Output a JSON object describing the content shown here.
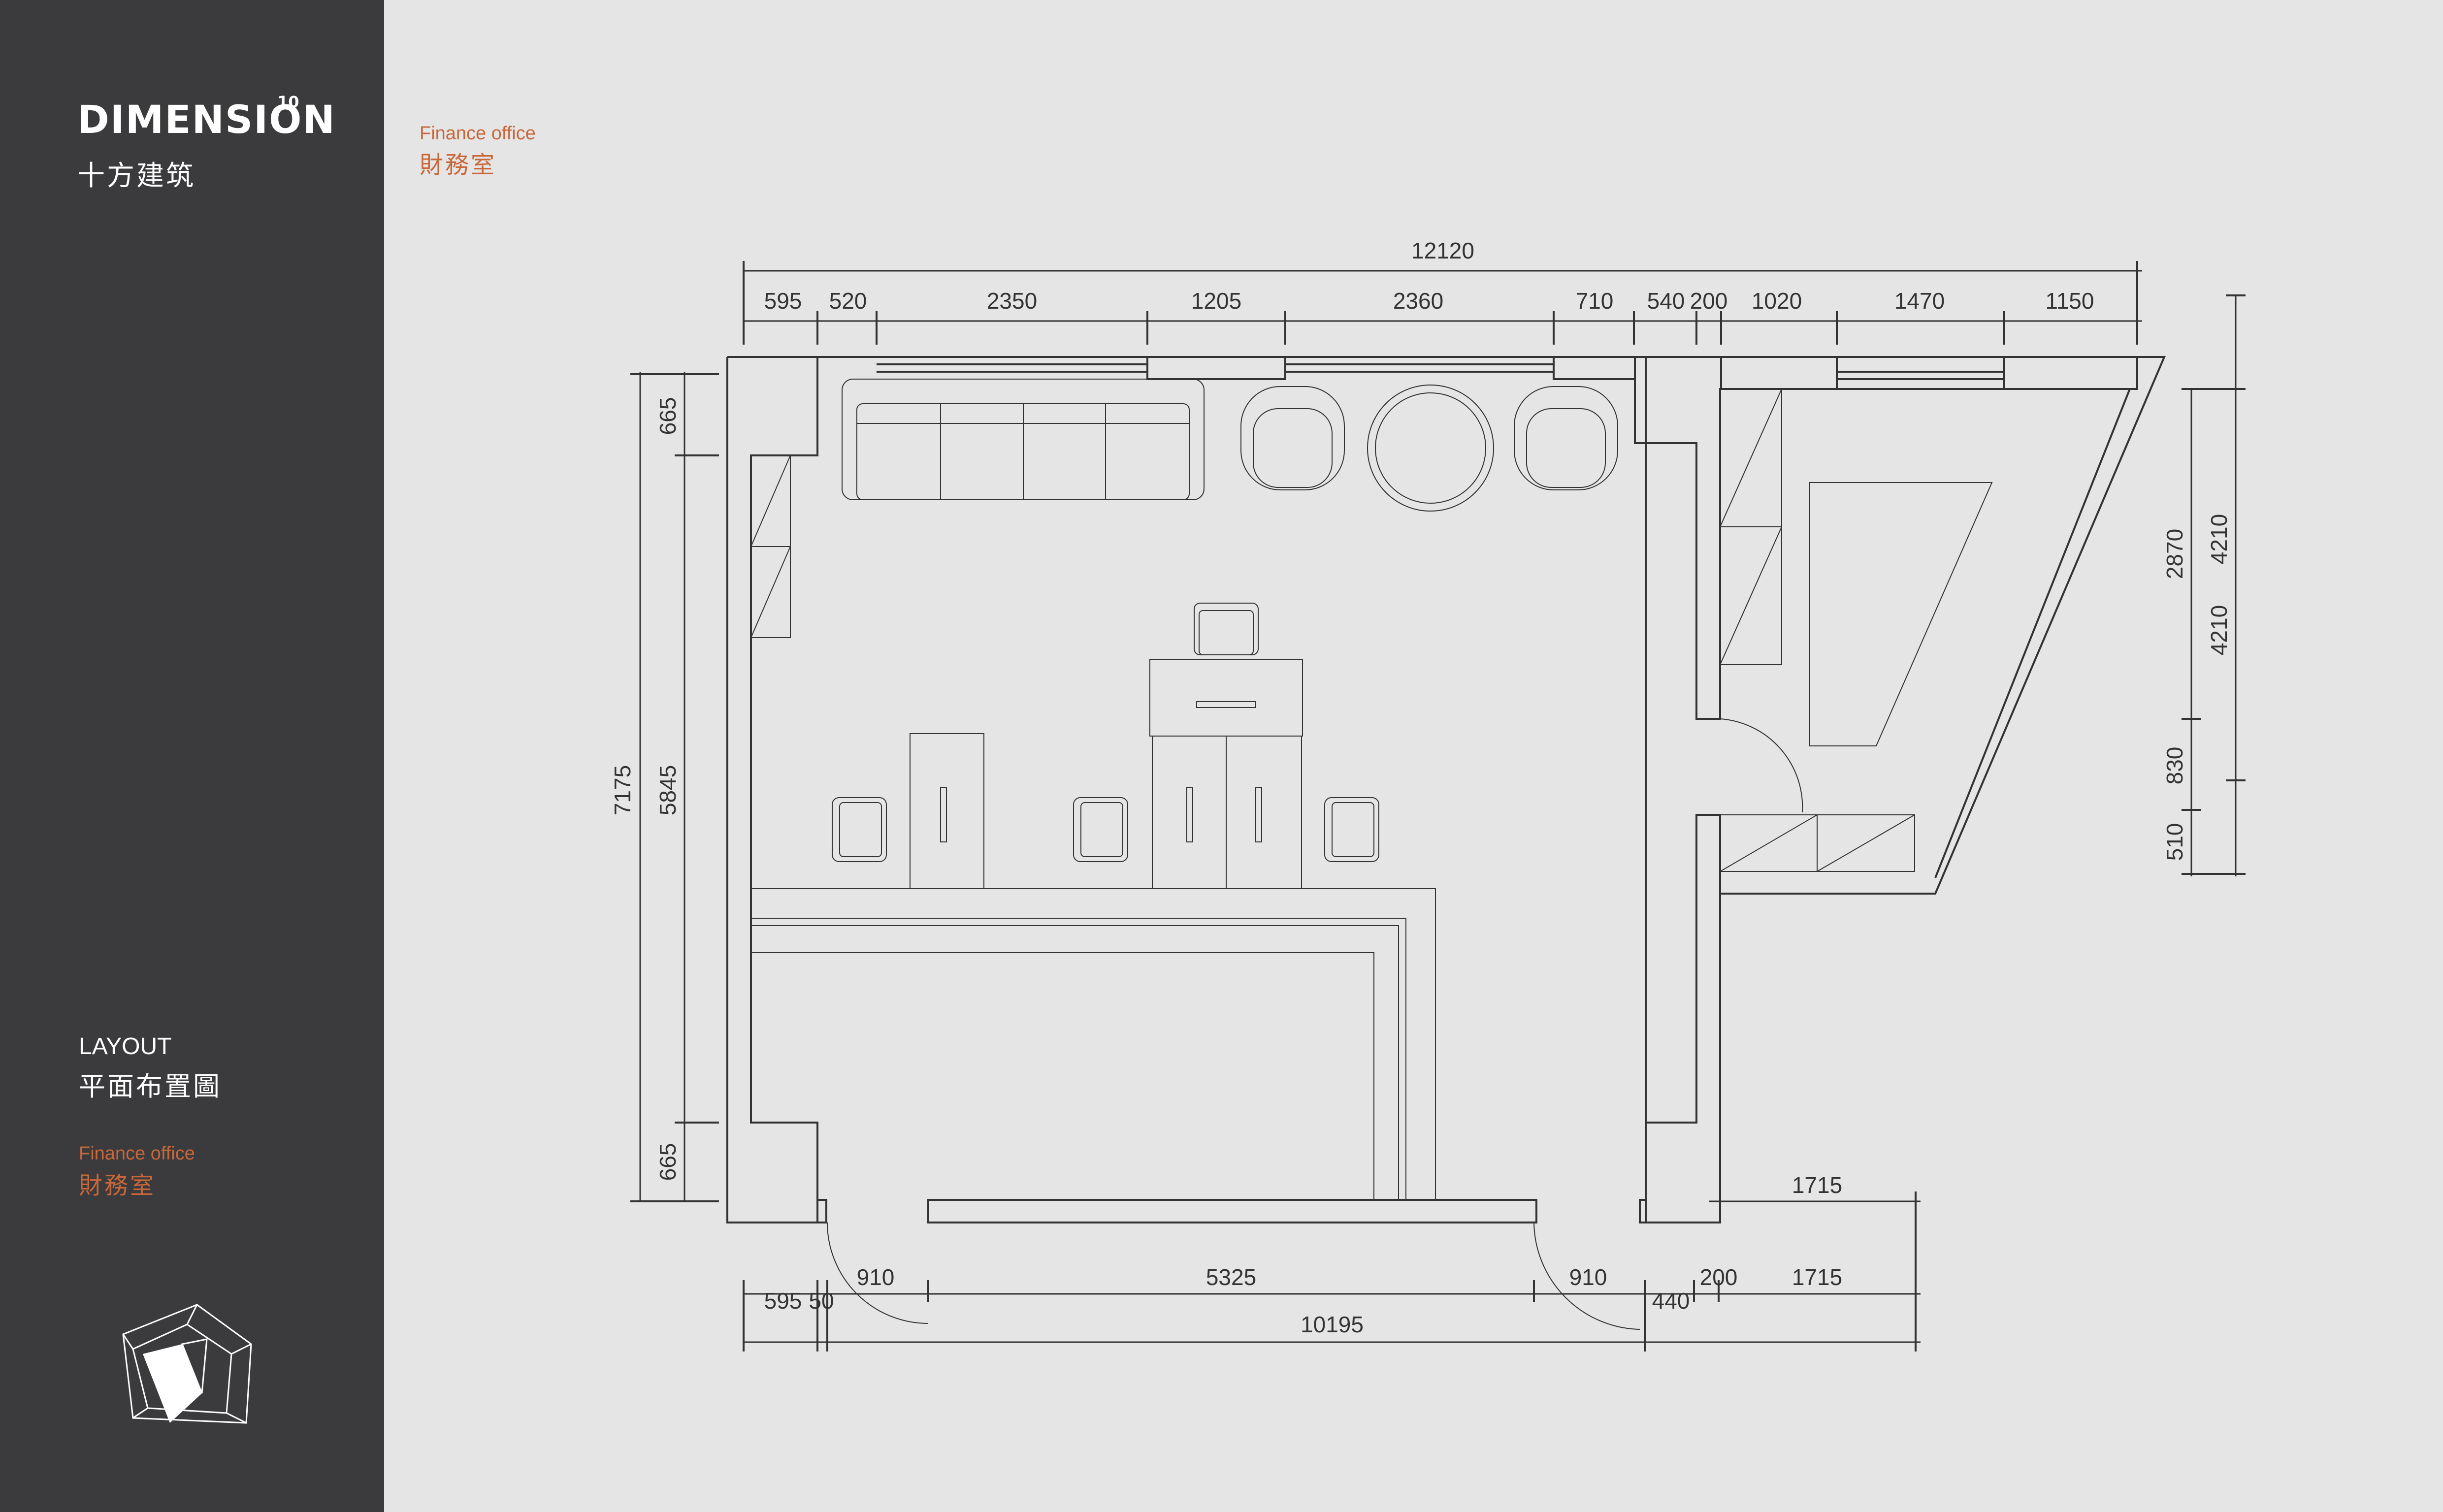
{
  "brand": {
    "name": "DIMENSION",
    "superscript": "10",
    "chinese": "十方建筑"
  },
  "page": {
    "label_en": "LAYOUT",
    "label_cn": "平面布置圖",
    "room_en": "Finance office",
    "room_cn": "財務室"
  },
  "colors": {
    "sidebar": "#3b3b3d",
    "background": "#e5e5e5",
    "accent": "#c8683a",
    "line": "#333333"
  },
  "dimensions": {
    "top_total": "12120",
    "top_segments": [
      "595",
      "520",
      "2350",
      "1205",
      "2360",
      "710",
      "540",
      "200",
      "1020",
      "1470",
      "1150"
    ],
    "left_total": "7175",
    "left_middle": "5845",
    "left_top": "665",
    "left_bottom": "665",
    "right_a": "2870",
    "right_b": "4210",
    "right_c": "4210",
    "right_d": "830",
    "right_e": "510",
    "bottom_segments": [
      "595",
      "50",
      "910",
      "5325",
      "910",
      "440",
      "200",
      "1715"
    ],
    "bottom_total": "10195",
    "right_annex": "1715"
  }
}
